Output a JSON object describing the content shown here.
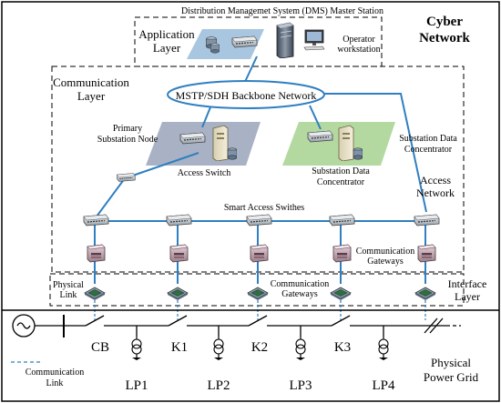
{
  "master_station": {
    "label": "Distribution Managemet System (DMS) Master Station"
  },
  "cyber_network": {
    "line1": "Cyber",
    "line2": "Network"
  },
  "application_layer": {
    "line1": "Application",
    "line2": "Layer"
  },
  "operator_workstation": {
    "line1": "Operator",
    "line2": "workstation"
  },
  "communication_layer": {
    "line1": "Communication",
    "line2": "Layer"
  },
  "backbone": {
    "label": "MSTP/SDH Backbone Network"
  },
  "primary_node": {
    "line1": "Primary",
    "line2": "Substation Node"
  },
  "access_switch": {
    "label": "Access Switch"
  },
  "concentrator_center": {
    "line1": "Substation Data",
    "line2": "Concentrator"
  },
  "concentrator_right": {
    "line1": "Substation Data",
    "line2": "Concentrator"
  },
  "access_network": {
    "line1": "Access",
    "line2": "Network"
  },
  "smart_switches": {
    "label": "Smart Access Swithes"
  },
  "comm_gateways_upper": {
    "line1": "Communication",
    "line2": "Gateways"
  },
  "comm_gateways_lower": {
    "line1": "Communication",
    "line2": "Gateways"
  },
  "physical_link": {
    "line1": "Physical",
    "line2": "Link"
  },
  "interface_layer": {
    "line1": "Interface",
    "line2": "Layer"
  },
  "grid": {
    "breakers": [
      "CB",
      "K1",
      "K2",
      "K3"
    ],
    "loads": [
      "LP1",
      "LP2",
      "LP3",
      "LP4"
    ]
  },
  "legend": {
    "line1": "Communication",
    "line2": "Link"
  },
  "physical_grid": {
    "line1": "Physical",
    "line2": "Power Grid"
  },
  "colors": {
    "link": "#2f7fc1",
    "app_band": "#a9c6e0",
    "node_band": "#a9b2c4",
    "concentrator_band": "#b4d9a0",
    "border": "#000000"
  }
}
